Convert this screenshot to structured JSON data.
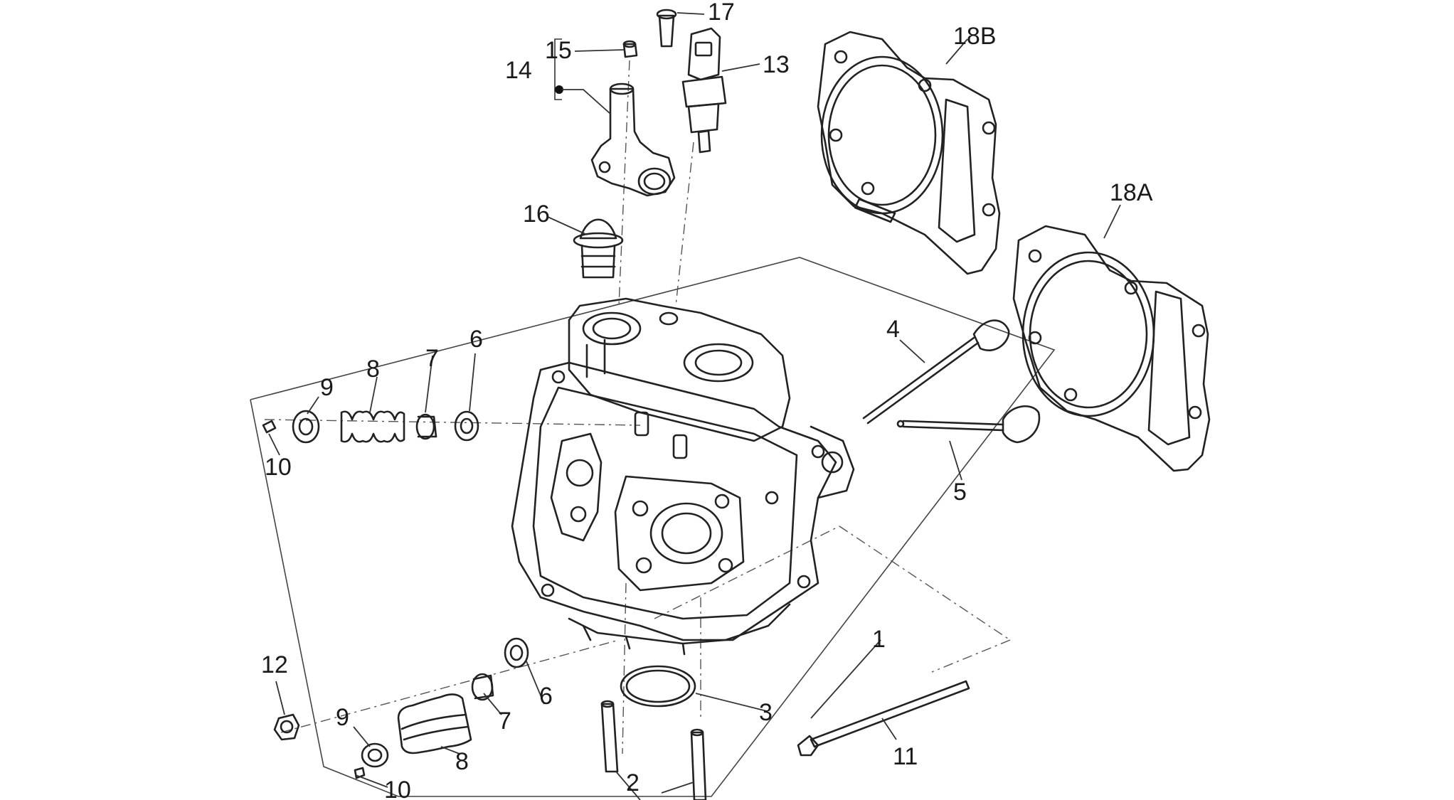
{
  "diagram": {
    "labels": {
      "l1": "1",
      "l2": "2",
      "l3": "3",
      "l4": "4",
      "l5": "5",
      "l6a": "6",
      "l6b": "6",
      "l7a": "7",
      "l7b": "7",
      "l8a": "8",
      "l8b": "8",
      "l9a": "9",
      "l9b": "9",
      "l10a": "10",
      "l10b": "10",
      "l11": "11",
      "l12": "12",
      "l13": "13",
      "l14": "14",
      "l15": "15",
      "l16": "16",
      "l17": "17",
      "l18a": "18A",
      "l18b": "18B"
    }
  }
}
